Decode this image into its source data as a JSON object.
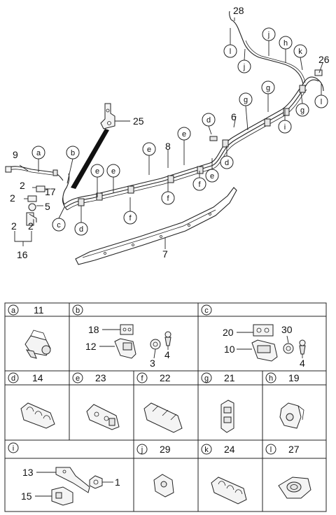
{
  "diagram": {
    "callout_numbers": {
      "n28": "28",
      "n26": "26",
      "n25": "25",
      "n6": "6",
      "n8": "8",
      "n7": "7",
      "n9": "9",
      "n17": "17",
      "n5": "5",
      "n16": "16",
      "n2a": "2",
      "n2b": "2",
      "n2c": "2",
      "n2d": "2"
    },
    "circle_letters": [
      "a",
      "b",
      "c",
      "d",
      "e",
      "f",
      "g",
      "h",
      "i",
      "j",
      "k",
      "l"
    ]
  },
  "parts_table": {
    "cells": [
      {
        "letter": "a",
        "parts": [
          "11"
        ]
      },
      {
        "letter": "b",
        "parts": [
          "18",
          "12",
          "3",
          "4"
        ]
      },
      {
        "letter": "c",
        "parts": [
          "20",
          "30",
          "10",
          "4"
        ]
      },
      {
        "letter": "d",
        "parts": [
          "14"
        ]
      },
      {
        "letter": "e",
        "parts": [
          "23"
        ]
      },
      {
        "letter": "f",
        "parts": [
          "22"
        ]
      },
      {
        "letter": "g",
        "parts": [
          "21"
        ]
      },
      {
        "letter": "h",
        "parts": [
          "19"
        ]
      },
      {
        "letter": "i",
        "parts": [
          "13",
          "1",
          "15"
        ]
      },
      {
        "letter": "j",
        "parts": [
          "29"
        ]
      },
      {
        "letter": "k",
        "parts": [
          "24"
        ]
      },
      {
        "letter": "l",
        "parts": [
          "27"
        ]
      }
    ]
  }
}
